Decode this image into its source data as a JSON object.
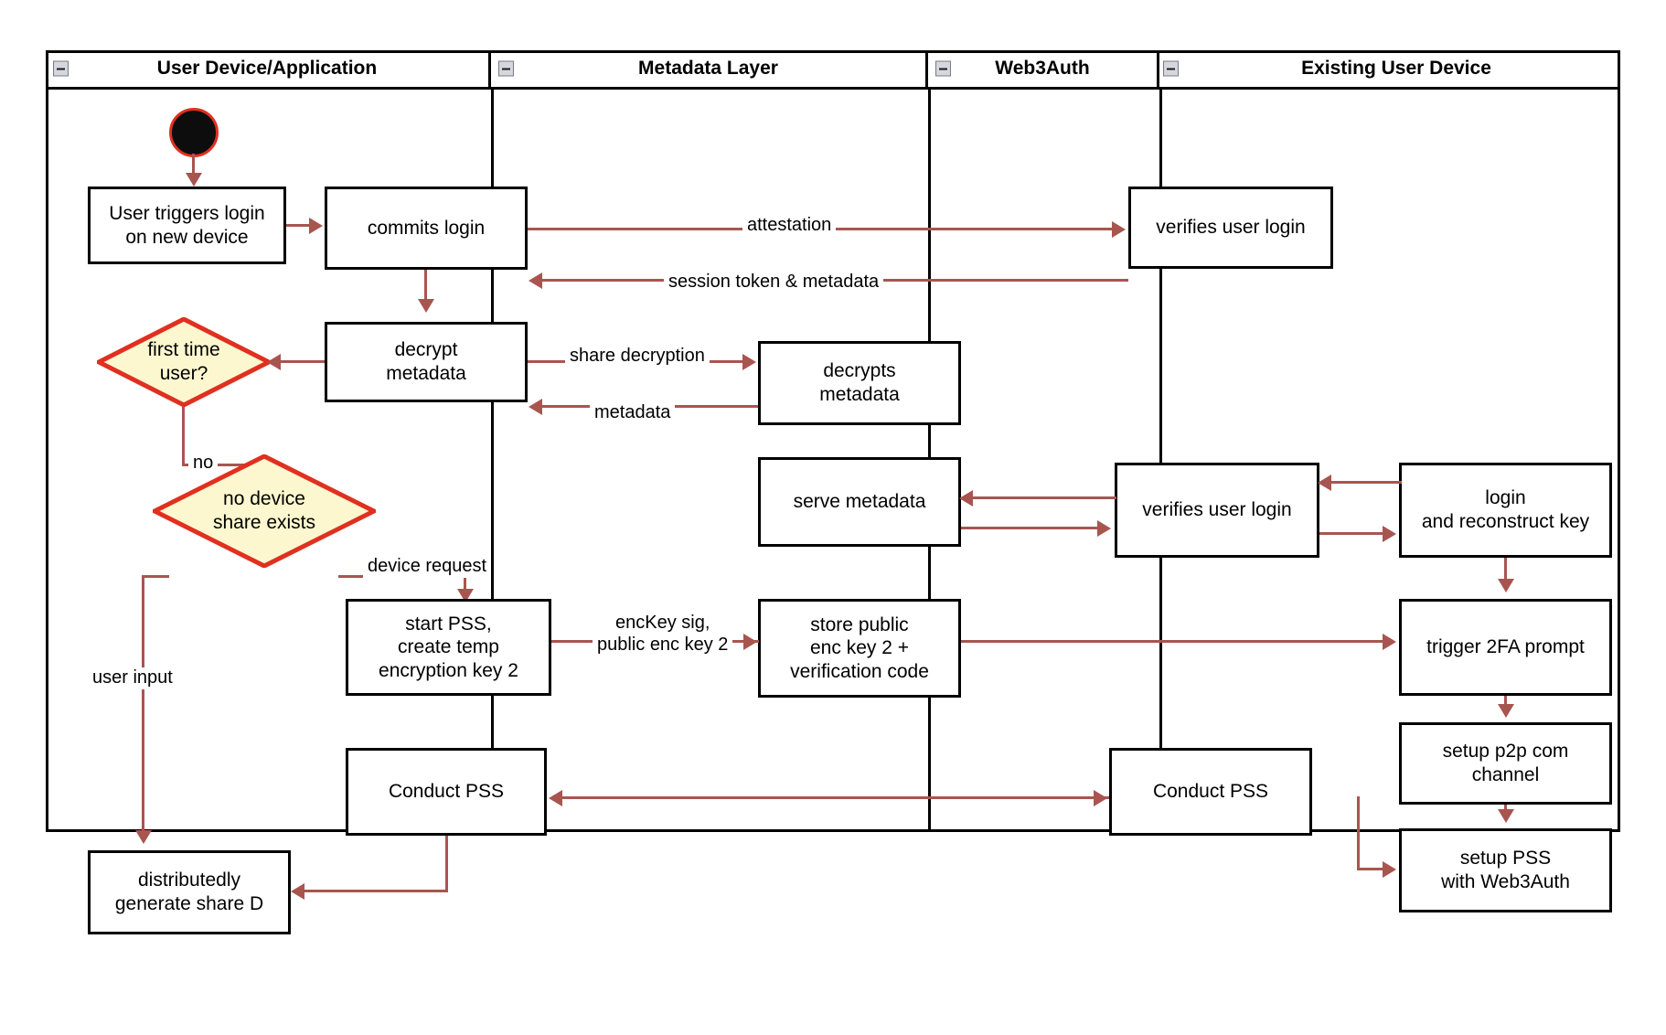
{
  "diagram": {
    "title": "Web3Auth new-device login activity diagram",
    "colors": {
      "lane_border": "#000000",
      "node_border": "#000000",
      "arrow": "#a85550",
      "decision_fill": "#fdf7cf",
      "decision_border": "#e03020",
      "start_fill": "#0d0d0d",
      "background": "#ffffff"
    }
  },
  "lanes": [
    {
      "id": "user-device",
      "label": "User Device/Application",
      "collapse_icon": "collapse-minus-icon"
    },
    {
      "id": "metadata-layer",
      "label": "Metadata Layer",
      "collapse_icon": "collapse-minus-icon"
    },
    {
      "id": "web3auth",
      "label": "Web3Auth",
      "collapse_icon": "collapse-minus-icon"
    },
    {
      "id": "existing-user-device",
      "label": "Existing User Device",
      "collapse_icon": "collapse-minus-icon"
    }
  ],
  "nodes": {
    "start": {
      "type": "start",
      "label": ""
    },
    "user_triggers_login": {
      "type": "action",
      "label": "User triggers login\non new device",
      "lane": "user-device"
    },
    "commits_login": {
      "type": "action",
      "label": "commits login",
      "lane": "user-device"
    },
    "decrypt_metadata": {
      "type": "action",
      "label": "decrypt\nmetadata",
      "lane": "user-device"
    },
    "first_time_user": {
      "type": "decision",
      "label": "first time\nuser?",
      "lane": "user-device"
    },
    "no_device_share": {
      "type": "decision",
      "label": "no device\nshare exists",
      "lane": "user-device"
    },
    "start_pss": {
      "type": "action",
      "label": "start PSS,\ncreate temp\nencryption key 2",
      "lane": "user-device"
    },
    "conduct_pss_user": {
      "type": "action",
      "label": "Conduct PSS",
      "lane": "user-device"
    },
    "generate_share_d": {
      "type": "action",
      "label": "distributedly\ngenerate share D",
      "lane": "user-device"
    },
    "decrypts_metadata": {
      "type": "action",
      "label": "decrypts\nmetadata",
      "lane": "metadata-layer"
    },
    "serve_metadata": {
      "type": "action",
      "label": "serve metadata",
      "lane": "metadata-layer"
    },
    "store_public_enc_key": {
      "type": "action",
      "label": "store public\nenc key 2 +\nverification code",
      "lane": "metadata-layer"
    },
    "verifies_user_login_1": {
      "type": "action",
      "label": "verifies user login",
      "lane": "web3auth"
    },
    "verifies_user_login_2": {
      "type": "action",
      "label": "verifies user login",
      "lane": "web3auth"
    },
    "conduct_pss_web3auth": {
      "type": "action",
      "label": "Conduct PSS",
      "lane": "web3auth"
    },
    "login_reconstruct_key": {
      "type": "action",
      "label": "login\nand reconstruct key",
      "lane": "existing-user-device"
    },
    "trigger_2fa": {
      "type": "action",
      "label": "trigger 2FA prompt",
      "lane": "existing-user-device"
    },
    "setup_p2p": {
      "type": "action",
      "label": "setup p2p com\nchannel",
      "lane": "existing-user-device"
    },
    "setup_pss_web3auth": {
      "type": "action",
      "label": "setup PSS\nwith Web3Auth",
      "lane": "existing-user-device"
    }
  },
  "edge_labels": {
    "attestation": "attestation",
    "session_token": "session token & metadata",
    "share_decryption": "share decryption",
    "metadata": "metadata",
    "no": "no",
    "device_request": "device request",
    "user_input": "user input",
    "enc_key_sig": "encKey sig,\npublic enc key 2"
  }
}
